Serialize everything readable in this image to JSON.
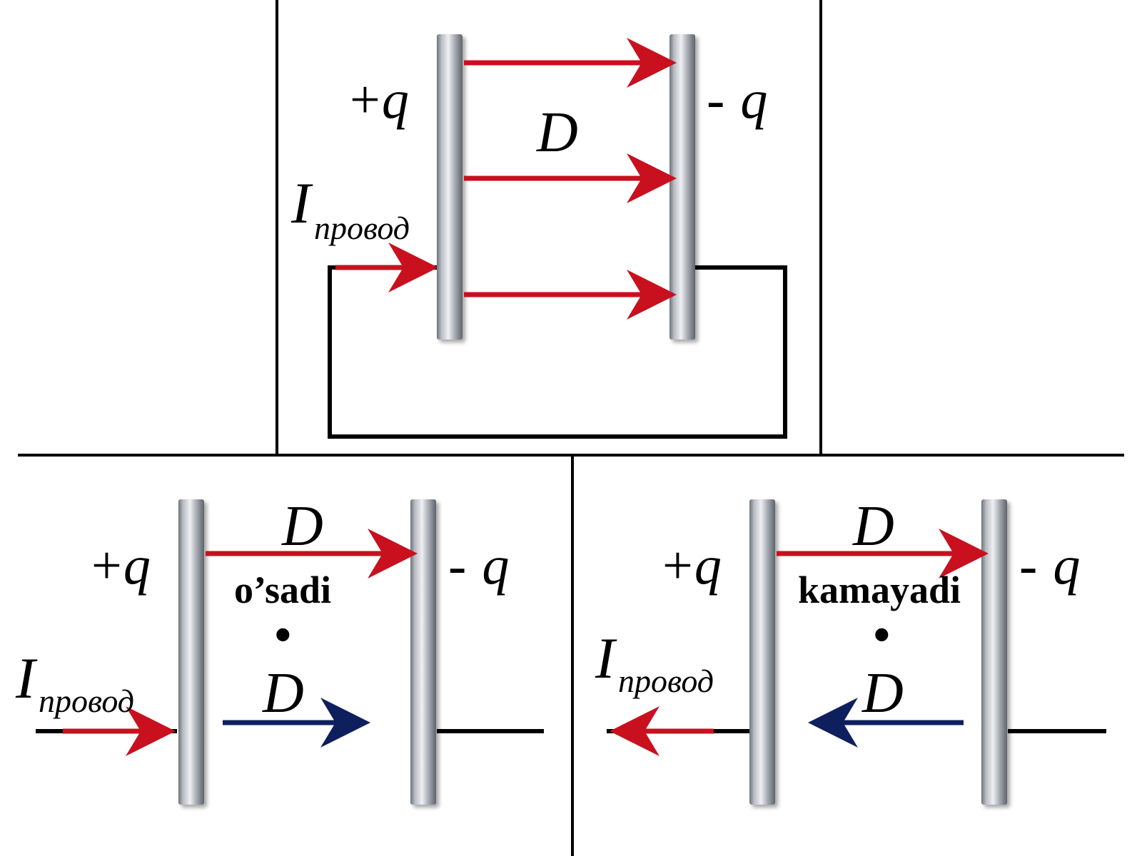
{
  "labels": {
    "charge_pos": "+q",
    "charge_neg": "- q",
    "q_symbol": "q",
    "minus_sign": "-",
    "plus_sign": "+",
    "current_symbol": "I",
    "current_subscript": "провод",
    "field_symbol": "D",
    "dot": "•"
  },
  "panels": {
    "increasing_word": "o’sadi",
    "decreasing_word": "kamayadi"
  },
  "colors": {
    "field_arrow": "#c8101e",
    "current_arrow": "#c8101e",
    "dD_arrow": "#0e1f5e",
    "wire": "#000000",
    "plate_light": "#e4e6ea",
    "plate_dark": "#7a7f87",
    "divider": "#000000"
  }
}
